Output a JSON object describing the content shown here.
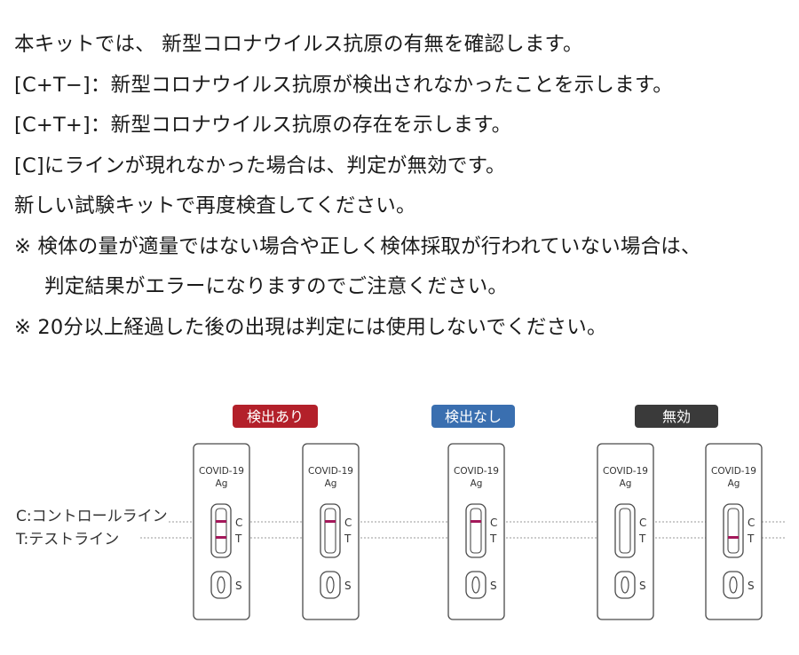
{
  "instructions": {
    "lines": [
      "本キットでは、 新型コロナウイルス抗原の有無を確認します。",
      "[C+T−]：新型コロナウイルス抗原が検出されなかったことを示します。",
      "[C+T+]：新型コロナウイルス抗原の存在を示します。",
      "[C]にラインが現れなかった場合は、判定が無効です。",
      "新しい試験キットで再度検査してください。",
      "※ 検体の量が適量ではない場合や正しく検体採取が行われていない場合は、",
      "判定結果がエラーになりますのでご注意ください。",
      "※ 20分以上経過した後の出現は判定には使用しないでください。"
    ]
  },
  "diagram": {
    "legend": {
      "control_line": "C:コントロールライン",
      "test_line": "T:テストライン"
    },
    "badges": [
      {
        "label": "検出あり",
        "color": "#b3202a"
      },
      {
        "label": "検出なし",
        "color": "#3a6fb0"
      },
      {
        "label": "無効",
        "color": "#3a3a3a"
      }
    ],
    "cassette_labels": {
      "name_line1": "COVID-19",
      "name_line2": "Ag",
      "control": "C",
      "test": "T",
      "sample": "S"
    },
    "line_color": "#a3185a",
    "cassettes": [
      {
        "group": "検出あり",
        "c_line": true,
        "t_line": true
      },
      {
        "group": "検出あり",
        "c_line": true,
        "t_line": false
      },
      {
        "group": "検出なし",
        "c_line": true,
        "t_line": false
      },
      {
        "group": "無効",
        "c_line": false,
        "t_line": false
      },
      {
        "group": "無効",
        "c_line": false,
        "t_line": true
      }
    ]
  }
}
